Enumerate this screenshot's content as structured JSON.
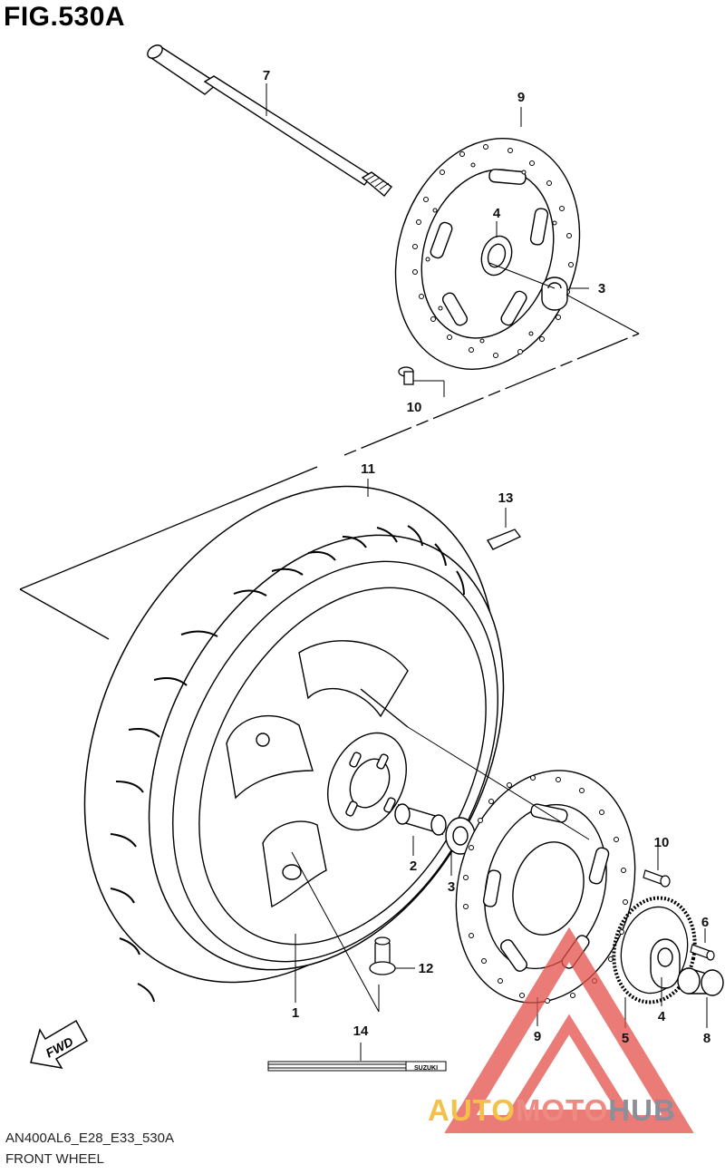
{
  "figure": {
    "title": "FIG.530A",
    "code": "AN400AL6_E28_E33_530A",
    "caption": "FRONT WHEEL"
  },
  "callouts": [
    {
      "id": "7",
      "label": "7"
    },
    {
      "id": "9-top",
      "label": "9"
    },
    {
      "id": "4-top",
      "label": "4"
    },
    {
      "id": "3-top",
      "label": "3"
    },
    {
      "id": "10-top",
      "label": "10"
    },
    {
      "id": "11",
      "label": "11"
    },
    {
      "id": "13",
      "label": "13"
    },
    {
      "id": "2",
      "label": "2"
    },
    {
      "id": "3-bottom",
      "label": "3"
    },
    {
      "id": "10-bottom",
      "label": "10"
    },
    {
      "id": "6",
      "label": "6"
    },
    {
      "id": "12",
      "label": "12"
    },
    {
      "id": "1",
      "label": "1"
    },
    {
      "id": "9-bottom",
      "label": "9"
    },
    {
      "id": "5",
      "label": "5"
    },
    {
      "id": "4-bottom",
      "label": "4"
    },
    {
      "id": "8",
      "label": "8"
    },
    {
      "id": "14",
      "label": "14"
    }
  ],
  "labels": {
    "fwd_arrow": "FWD",
    "tape_brand": "SUZUKI"
  },
  "watermark": {
    "part1": "AUTO",
    "part2": "MOTO",
    "part3": "HUB",
    "colors": {
      "part1": "#f3c04a",
      "part2": "#ee8a82",
      "part3": "#8b8f97",
      "triangle": "#e4504a"
    }
  },
  "icons": {
    "fwd": "fwd-arrow-icon",
    "watermark": "warning-triangle-icon"
  }
}
